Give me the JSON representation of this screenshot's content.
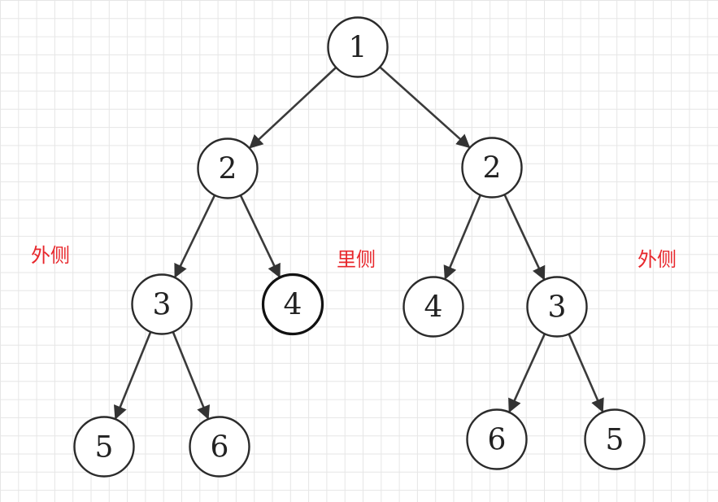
{
  "diagram": {
    "type": "binary-tree",
    "nodes": [
      {
        "id": "n1",
        "value": "1"
      },
      {
        "id": "n2L",
        "value": "2"
      },
      {
        "id": "n2R",
        "value": "2"
      },
      {
        "id": "n3L",
        "value": "3"
      },
      {
        "id": "n4L",
        "value": "4"
      },
      {
        "id": "n4R",
        "value": "4"
      },
      {
        "id": "n3R",
        "value": "3"
      },
      {
        "id": "n5L",
        "value": "5"
      },
      {
        "id": "n6L",
        "value": "6"
      },
      {
        "id": "n6R",
        "value": "6"
      },
      {
        "id": "n5R",
        "value": "5"
      }
    ],
    "edges": [
      [
        "n1",
        "n2L"
      ],
      [
        "n1",
        "n2R"
      ],
      [
        "n2L",
        "n3L"
      ],
      [
        "n2L",
        "n4L"
      ],
      [
        "n2R",
        "n4R"
      ],
      [
        "n2R",
        "n3R"
      ],
      [
        "n3L",
        "n5L"
      ],
      [
        "n3L",
        "n6L"
      ],
      [
        "n3R",
        "n6R"
      ],
      [
        "n3R",
        "n5R"
      ]
    ],
    "labels": {
      "outer_left": "外侧",
      "inner": "里侧",
      "outer_right": "外侧"
    },
    "colors": {
      "label": "#e8262b",
      "grid": "#e6e6e6",
      "stroke": "#2b2b2b"
    }
  }
}
